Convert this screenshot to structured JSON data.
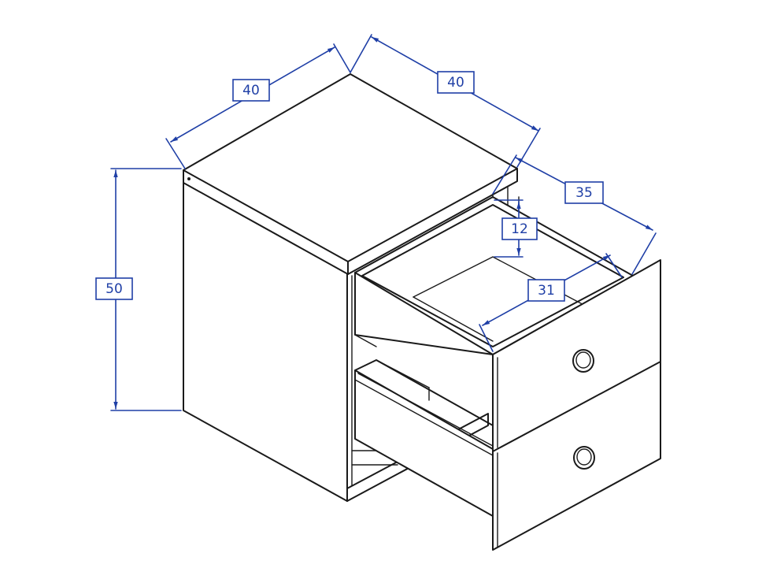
{
  "drawing": {
    "line_color": "#1a1a1a",
    "dimension_color": "#1f3fa6",
    "background": "#ffffff"
  },
  "dimensions": {
    "width_top_left": "40",
    "depth_top_right": "40",
    "height_left": "50",
    "drawer_depth": "35",
    "drawer_height": "12",
    "drawer_inner_width": "31"
  }
}
